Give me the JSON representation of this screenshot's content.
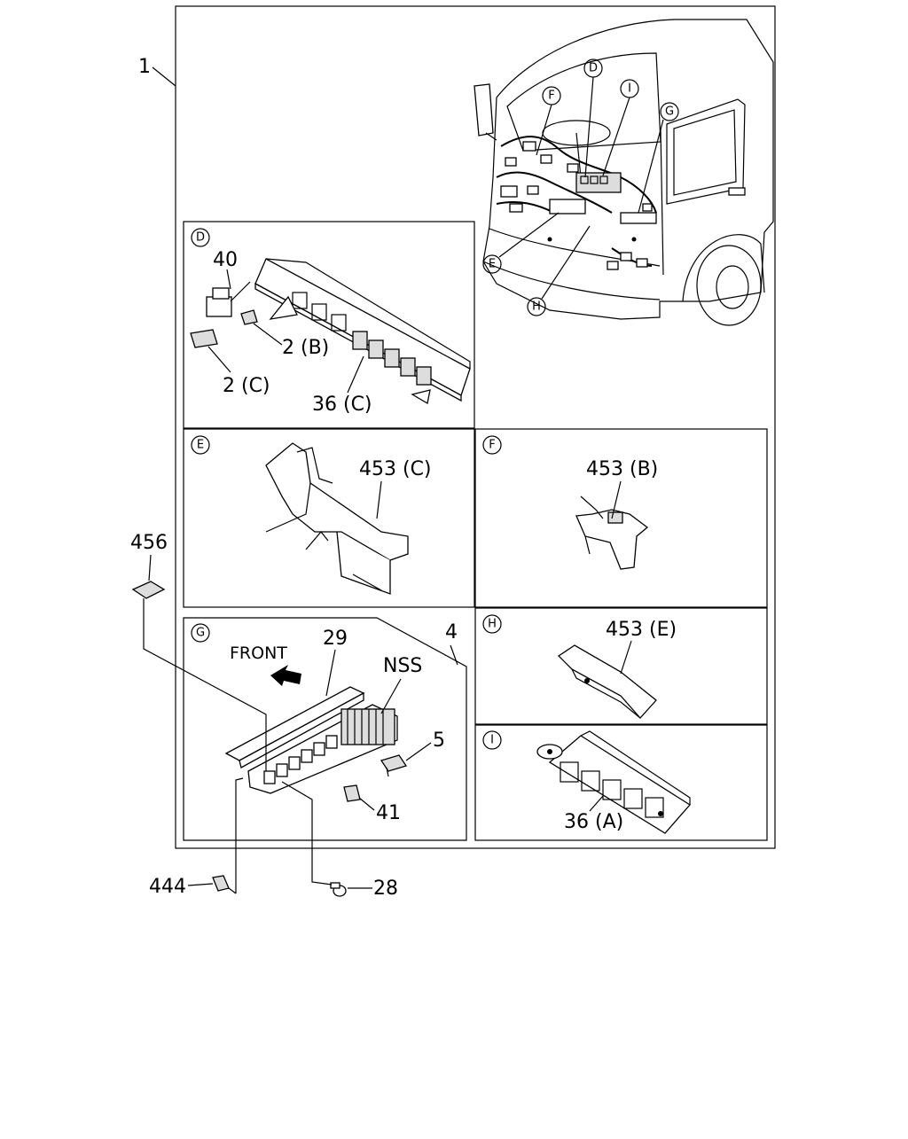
{
  "callouts": {
    "assembly": "1",
    "harness": "4",
    "clip_444": "444",
    "bolt_28": "28",
    "pad_456": "456"
  },
  "panel_D": {
    "letter": "D",
    "labels": [
      "40",
      "2 (B)",
      "2 (C)",
      "36 (C)"
    ]
  },
  "panel_E": {
    "letter": "E",
    "labels": [
      "453 (C)"
    ]
  },
  "panel_F": {
    "letter": "F",
    "labels": [
      "453 (B)"
    ]
  },
  "panel_G": {
    "letter": "G",
    "front_text": "FRONT",
    "labels": [
      "29",
      "NSS",
      "5",
      "41"
    ]
  },
  "panel_H": {
    "letter": "H",
    "labels": [
      "453 (E)"
    ]
  },
  "panel_I": {
    "letter": "I",
    "labels": [
      "36 (A)"
    ]
  },
  "cab_view": {
    "markers": [
      "D",
      "I",
      "F",
      "G",
      "E",
      "H"
    ]
  }
}
